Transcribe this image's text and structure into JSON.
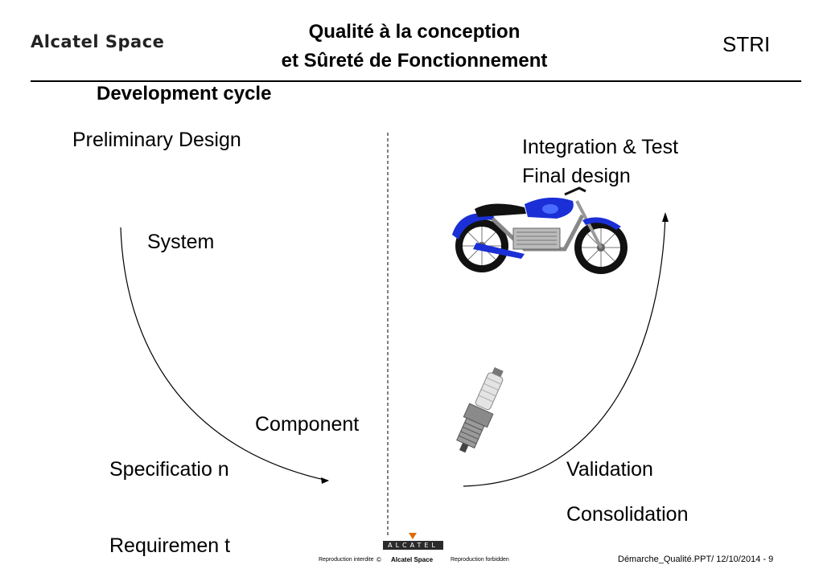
{
  "header": {
    "logo_text": "Alcatel Space",
    "title_line1": "Qualité à la conception",
    "title_line2": "et Sûreté de Fonctionnement",
    "right_label": "STRI"
  },
  "slide": {
    "subtitle": "Development cycle",
    "left_top": "Preliminary Design",
    "system": "System",
    "component": "Component",
    "specification": "Specificatio n",
    "requirements": "Requiremen t",
    "right_top_line1": "Integration & Test",
    "right_top_line2": "Final design",
    "validation": "Validation",
    "consolidation": "Consolidation"
  },
  "footer": {
    "left_small": "Reproduction interdite",
    "copyright": "©",
    "brand": "Alcatel Space",
    "right_small": "Reproduction forbidden",
    "alcatel_box": "ALCATEL",
    "page_ref": "Démarche_Qualité.PPT/ 12/10/2014 - 9"
  },
  "colors": {
    "motorcycle_tank": "#1a2fd6",
    "accent_orange": "#e06a00"
  },
  "icons": [
    "motorcycle-illustration",
    "spark-plug-illustration"
  ]
}
